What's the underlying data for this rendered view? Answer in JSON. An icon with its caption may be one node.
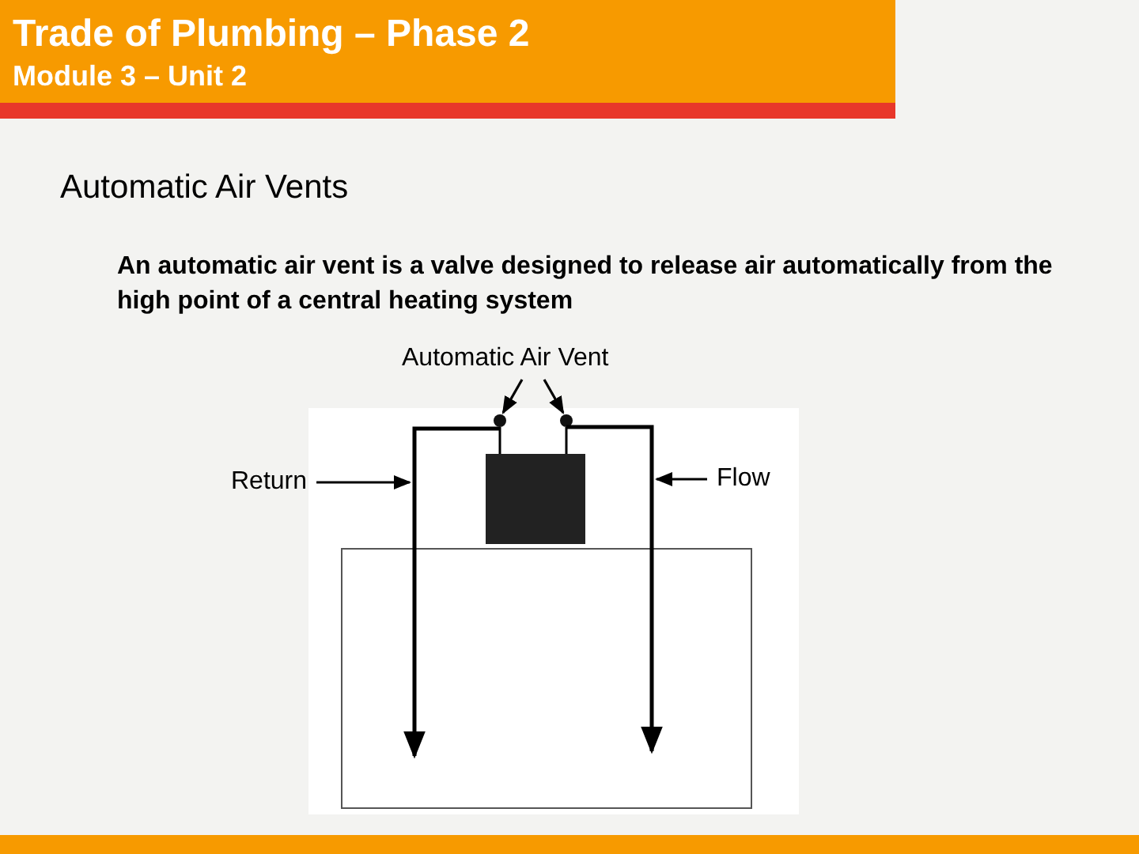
{
  "diagram": {
    "title": "Trade of Plumbing – Phase 2",
    "nodes": [
      {
        "text": [
          "Automatic Air Vent"
        ]
      },
      {
        "text": [],
        "shape": "circle"
      },
      {
        "text": [],
        "shape": "circle"
      },
      {
        "text": [
          "Return"
        ]
      },
      {
        "text": [],
        "shape": "bar"
      },
      {
        "text": [
          "Flow"
        ]
      },
      {
        "text": [],
        "shape": "bar"
      }
    ],
    "edges": [
      {
        "from": 0,
        "to": 1,
        "arrow": "to"
      },
      {
        "from": 0,
        "to": 2,
        "arrow": "to"
      },
      {
        "from": 3,
        "to": 4,
        "arrow": "to"
      },
      {
        "from": 5,
        "to": 6,
        "arrow": "to"
      }
    ],
    "labels": [
      "Module 3 – Unit 2",
      "Automatic Air Vents",
      "An automatic air vent is a valve designed to release air automatically from the high point of a central heating system"
    ]
  }
}
